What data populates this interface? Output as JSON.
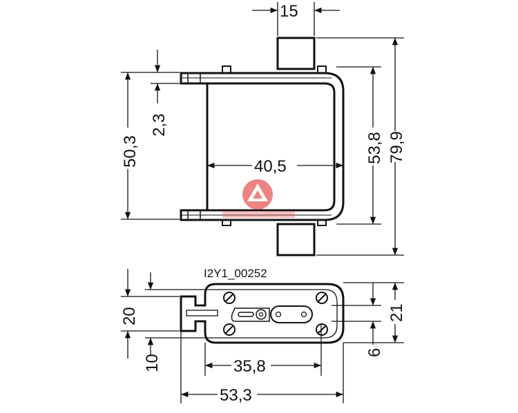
{
  "drawing": {
    "label": "I2Y1_00252",
    "top_view": {
      "blade_width": "15",
      "overall_height": "79,9",
      "body_height": "53,8",
      "flange_spacing": "50,3",
      "flange_thickness": "2,3",
      "body_width": "40,5"
    },
    "side_view": {
      "height_20": "20",
      "offset_10": "10",
      "height_21": "21",
      "offset_6": "6",
      "width_35_8": "35,8",
      "width_53_3": "53,3"
    }
  },
  "watermark": {
    "color": "#e85a5a"
  },
  "colors": {
    "line": "#111111"
  }
}
